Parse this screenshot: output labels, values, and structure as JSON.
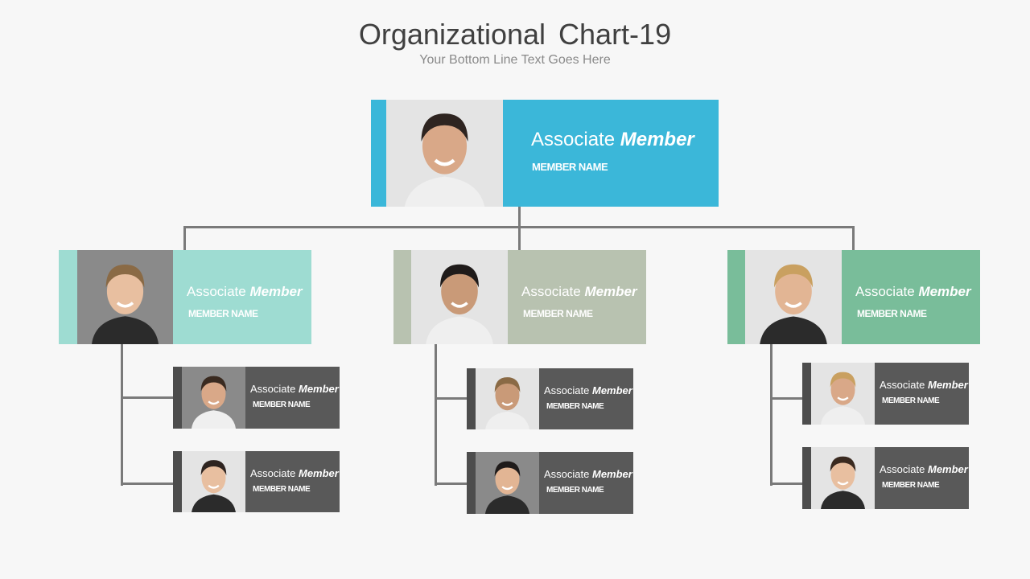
{
  "header": {
    "title": "Organizational Chart-19",
    "subtitle": "Your Bottom Line Text Goes Here"
  },
  "colors": {
    "top": "#3bb7d9",
    "left": "#9edcd2",
    "middle": "#b8c2b0",
    "right": "#79bd9a",
    "sub": "#595959",
    "sub_stripe": "#4d4d4d",
    "line": "#7a7a7a"
  },
  "cards": {
    "top": {
      "role": "Associate",
      "role_em": "Member",
      "name": "MEMBER NAME"
    },
    "left": {
      "role": "Associate",
      "role_em": "Member",
      "name": "MEMBER NAME"
    },
    "middle": {
      "role": "Associate",
      "role_em": "Member",
      "name": "MEMBER NAME"
    },
    "right": {
      "role": "Associate",
      "role_em": "Member",
      "name": "MEMBER NAME"
    },
    "left_1": {
      "role": "Associate",
      "role_em": "Member",
      "name": "MEMBER NAME"
    },
    "left_2": {
      "role": "Associate",
      "role_em": "Member",
      "name": "MEMBER NAME"
    },
    "middle_1": {
      "role": "Associate",
      "role_em": "Member",
      "name": "MEMBER NAME"
    },
    "middle_2": {
      "role": "Associate",
      "role_em": "Member",
      "name": "MEMBER NAME"
    },
    "right_1": {
      "role": "Associate",
      "role_em": "Member",
      "name": "MEMBER NAME"
    },
    "right_2": {
      "role": "Associate",
      "role_em": "Member",
      "name": "MEMBER NAME"
    }
  }
}
